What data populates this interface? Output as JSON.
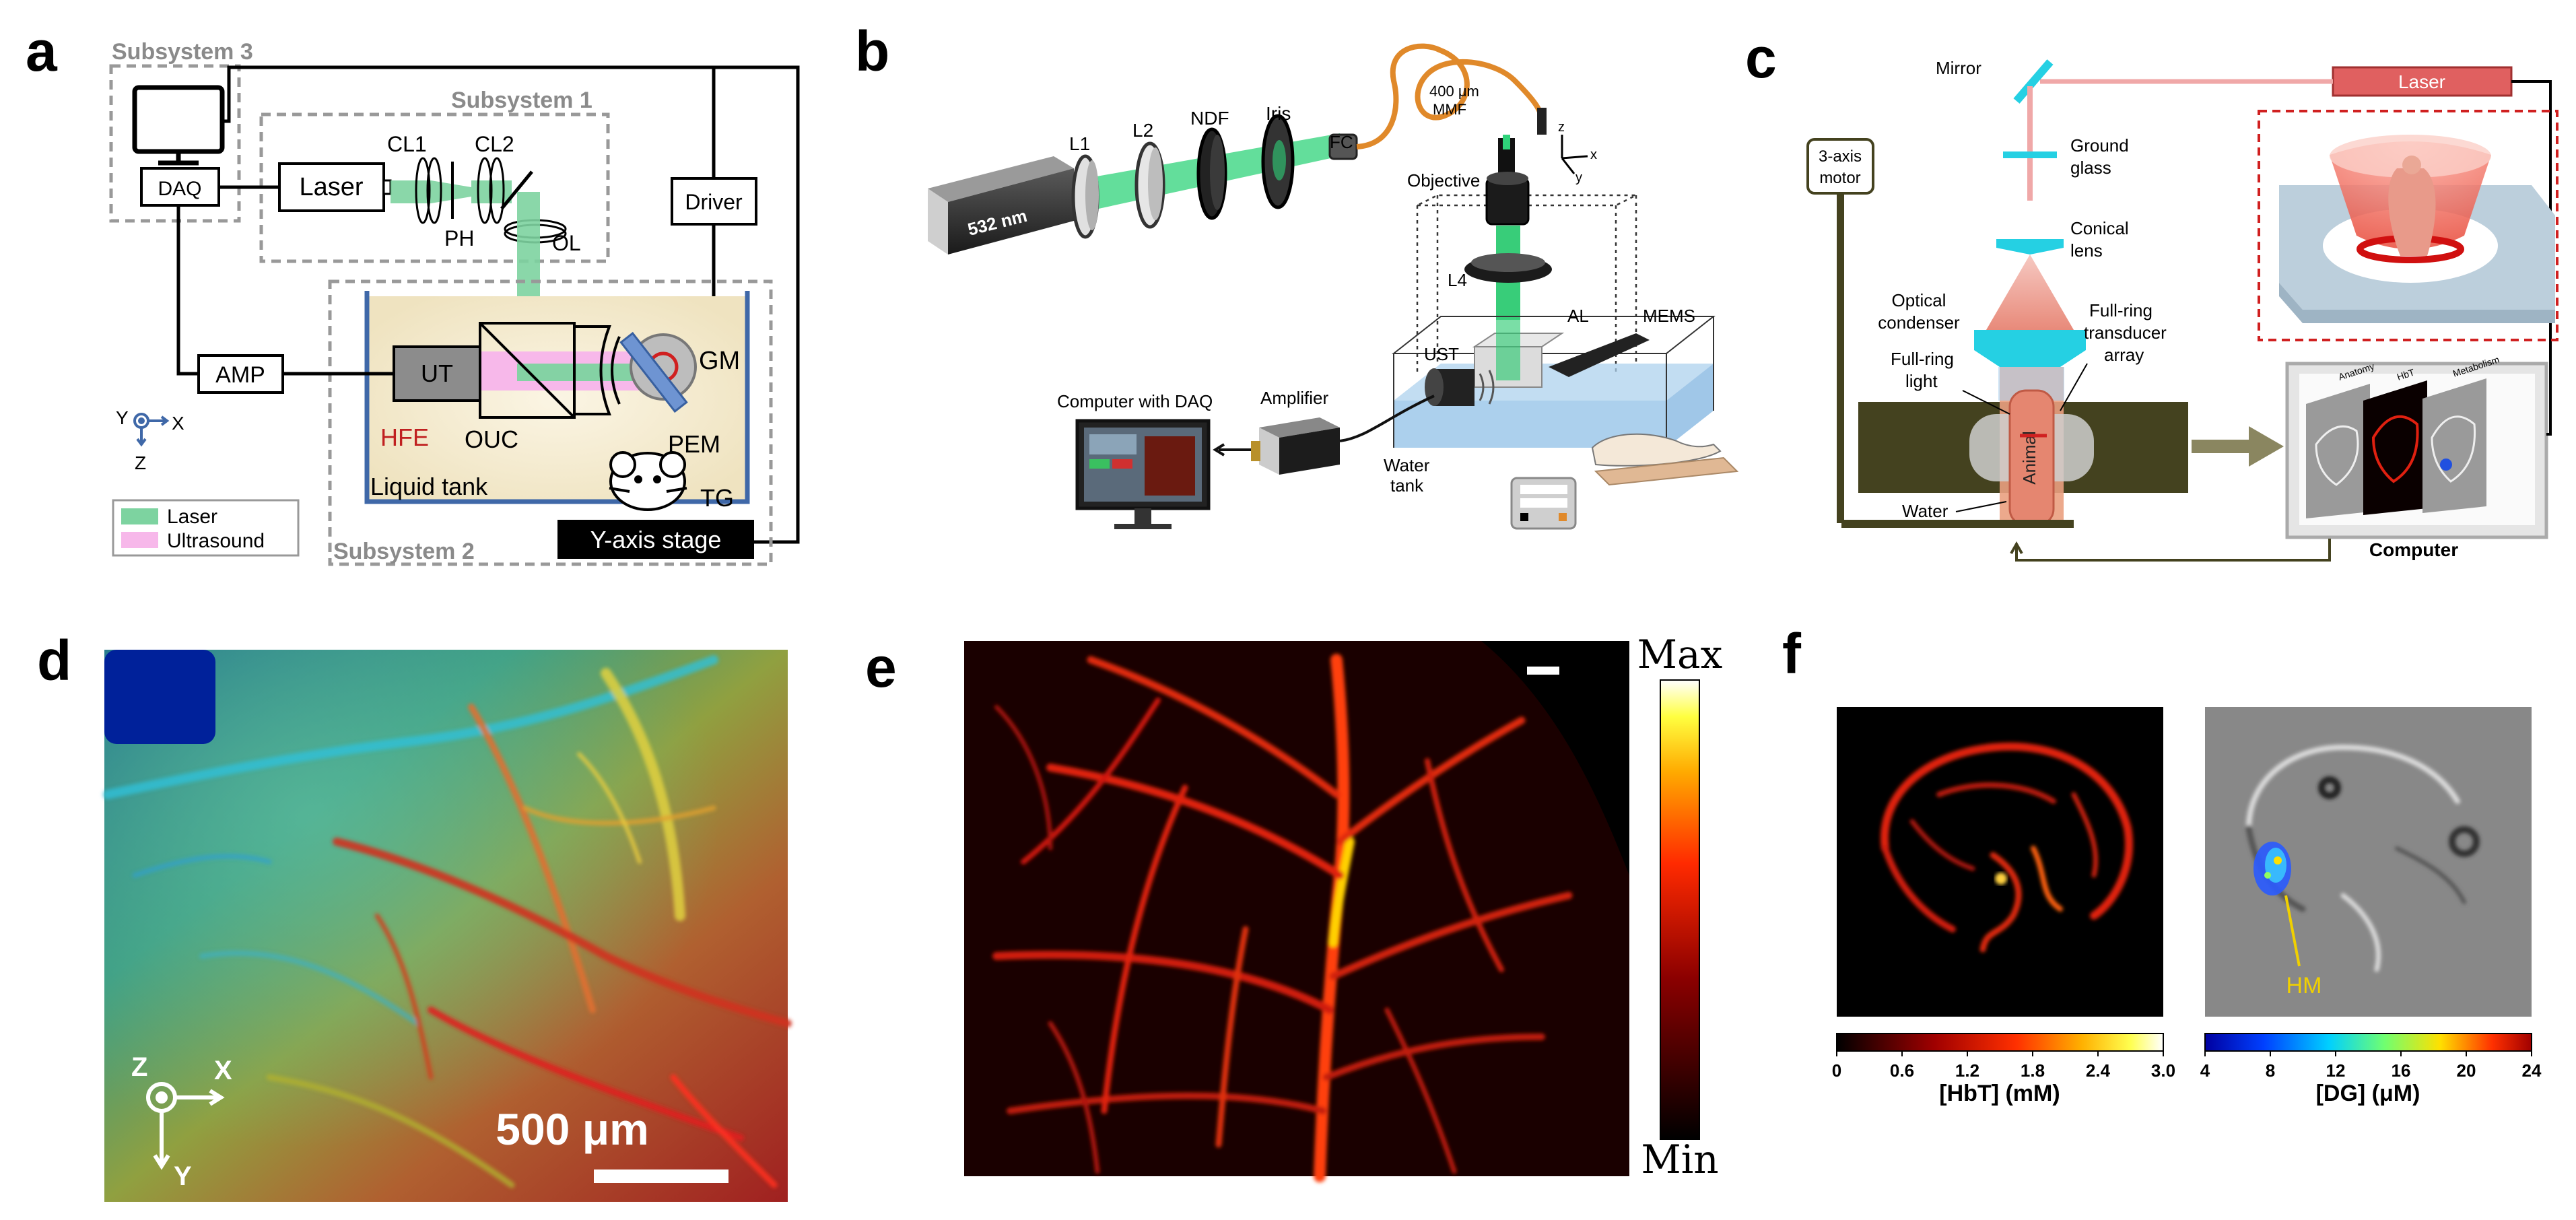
{
  "panels": {
    "a": {
      "letter": "a",
      "subsystem_labels": [
        "Subsystem 3",
        "Subsystem 1",
        "Subsystem 2"
      ],
      "boxes": {
        "daq": "DAQ",
        "laser": "Laser",
        "driver": "Driver",
        "amp": "AMP",
        "ut": "UT",
        "y_stage": "Y-axis stage"
      },
      "labels": {
        "cl1": "CL1",
        "cl2": "CL2",
        "ph": "PH",
        "ol": "OL",
        "gm": "GM",
        "hfe": "HFE",
        "ouc": "OUC",
        "pem": "PEM",
        "tg": "TG",
        "tank": "Liquid tank"
      },
      "axes": {
        "y": "Y",
        "x": "X",
        "z": "Z"
      },
      "legend": [
        {
          "label": "Laser",
          "color": "#7dd3a0"
        },
        {
          "label": "Ultrasound",
          "color": "#f7b8ea"
        }
      ]
    },
    "b": {
      "letter": "b",
      "labels": {
        "source": "532 nm",
        "l1": "L1",
        "l2": "L2",
        "ndf": "NDF",
        "iris": "Iris",
        "fc": "FC",
        "mmf_1": "400 μm",
        "mmf_2": "MMF",
        "objective": "Objective",
        "l4": "L4",
        "al": "AL",
        "mems": "MEMS",
        "ust": "UST",
        "computer": "Computer with DAQ",
        "amplifier": "Amplifier",
        "water_1": "Water",
        "water_2": "tank",
        "ax_z": "z",
        "ax_x": "x",
        "ax_y": "y"
      }
    },
    "c": {
      "letter": "c",
      "labels": {
        "mirror": "Mirror",
        "laser": "Laser",
        "motor_1": "3-axis",
        "motor_2": "motor",
        "ground_1": "Ground",
        "ground_2": "glass",
        "conical_1": "Conical",
        "conical_2": "lens",
        "condenser_1": "Optical",
        "condenser_2": "condenser",
        "ring_light_1": "Full-ring",
        "ring_light_2": "light",
        "transducer_1": "Full-ring",
        "transducer_2": "transducer",
        "transducer_3": "array",
        "animal": "Animal",
        "water": "Water",
        "computer": "Computer",
        "tab_anatomy": "Anatomy",
        "tab_hbt": "HbT",
        "tab_metabolism": "Metabolism"
      }
    },
    "d": {
      "letter": "d",
      "axes": {
        "z": "Z",
        "x": "X",
        "y": "Y"
      },
      "scale_bar": "500 μm"
    },
    "e": {
      "letter": "e",
      "colorbar": {
        "max": "Max",
        "min": "Min"
      }
    },
    "f": {
      "letter": "f",
      "annotation": "HM",
      "colorbar_hbt": {
        "ticks": [
          "0",
          "0.6",
          "1.2",
          "1.8",
          "2.4",
          "3.0"
        ],
        "label": "[HbT]  (mM)"
      },
      "colorbar_dg": {
        "ticks": [
          "4",
          "8",
          "12",
          "16",
          "20",
          "24"
        ],
        "label": "[DG]  (μM)"
      }
    }
  },
  "colors": {
    "laser_green": "#7dd3a0",
    "ultrasound_pink": "#f7b8ea",
    "dashed_gray": "#999999",
    "stage_dark": "#44421f",
    "cyan_optics": "#25d0e3"
  }
}
